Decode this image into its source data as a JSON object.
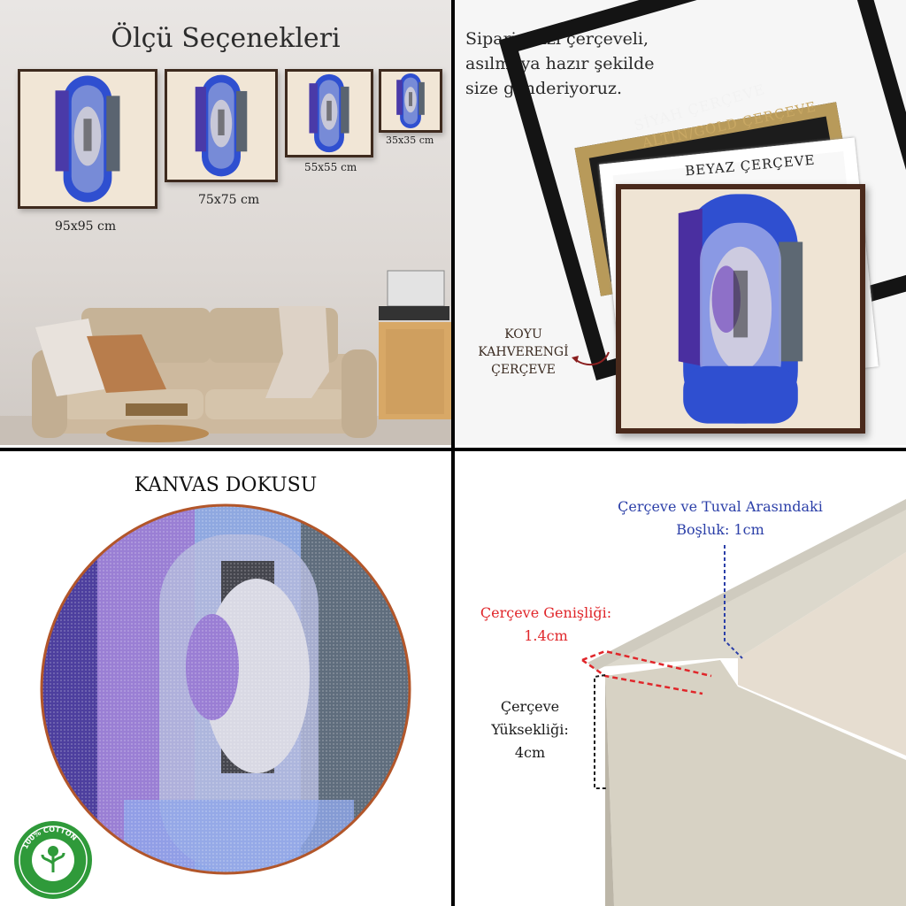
{
  "panel_sizes": {
    "title": "Ölçü Seçenekleri",
    "sizes": [
      "95x95 cm",
      "75x75 cm",
      "55x55 cm",
      "35x35 cm"
    ]
  },
  "panel_frames": {
    "intro_lines": [
      "Siparişinizi çerçeveli,",
      "asılmaya hazır şekilde",
      "size gönderiyoruz."
    ],
    "black_frame": "SİYAH ÇERÇEVE",
    "gold_frame": "ALTIN/GOLD ÇERÇEVE",
    "white_frame": "BEYAZ ÇERÇEVE",
    "dark_brown_lines": [
      "KOYU",
      "KAHVERENGİ",
      "ÇERÇEVE"
    ]
  },
  "panel_texture": {
    "title": "KANVAS DOKUSU",
    "badge_text": "100% COTTON"
  },
  "panel_profile": {
    "gap_lines": [
      "Çerçeve ve Tuval Arasındaki",
      "Boşluk: 1cm"
    ],
    "width_lines": [
      "Çerçeve Genişliği:",
      "1.4cm"
    ],
    "height_lines": [
      "Çerçeve",
      "Yüksekliği:",
      "4cm"
    ]
  },
  "colors": {
    "divider": "#000000",
    "gap_blue": "#2b3fa8",
    "width_red": "#e0262a",
    "frame_brown": "#4a2a1c",
    "gold": "#b89a5a",
    "art_blue": "#2f4fd0",
    "art_purple": "#6b4fb0"
  }
}
